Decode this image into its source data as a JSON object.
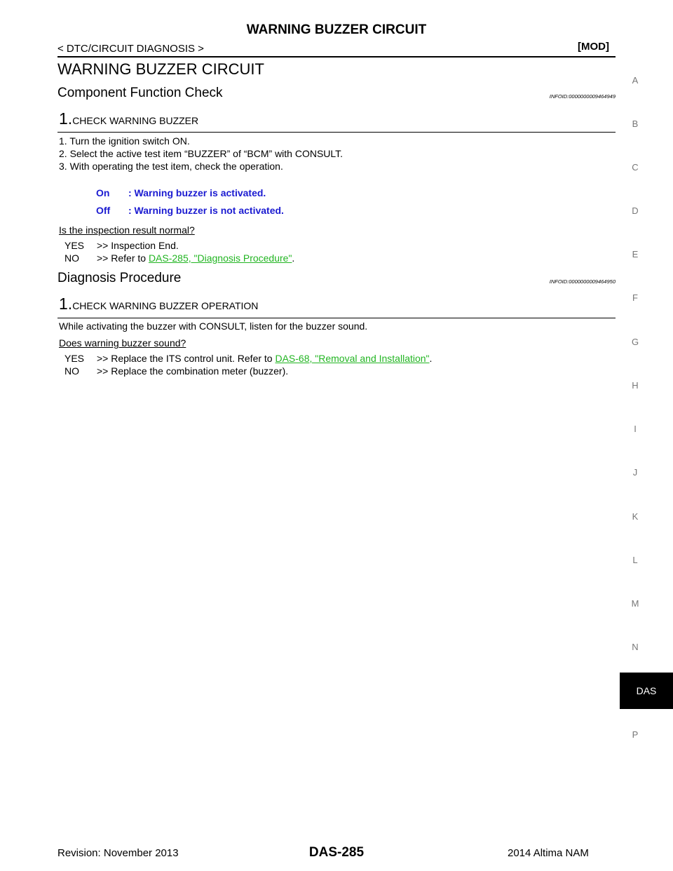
{
  "header": {
    "title": "WARNING BUZZER CIRCUIT",
    "section": "< DTC/CIRCUIT DIAGNOSIS >",
    "tag": "[MOD]"
  },
  "page_heading": "WARNING BUZZER CIRCUIT",
  "component_check": {
    "title": "Component Function Check",
    "infoid": "INFOID:0000000009464949",
    "step_num": "1.",
    "step_label": "CHECK WARNING BUZZER",
    "items": [
      "1. Turn the ignition switch ON.",
      "2. Select the active test item “BUZZER” of “BCM” with CONSULT.",
      "3. With operating the test item, check the operation."
    ],
    "defs": [
      {
        "key": "On",
        "value": ": Warning buzzer is activated."
      },
      {
        "key": "Off",
        "value": ": Warning buzzer is not activated."
      }
    ],
    "question": "Is the inspection result normal?",
    "yes_key": "YES",
    "yes_text": ">> Inspection End.",
    "no_key": "NO",
    "no_text": ">> Refer to ",
    "no_link": "DAS-285, \"Diagnosis Procedure\"",
    "no_end": "."
  },
  "diagnosis": {
    "title": "Diagnosis Procedure",
    "infoid": "INFOID:0000000009464950",
    "step_num": "1.",
    "step_label": "CHECK WARNING BUZZER OPERATION",
    "body": "While activating the buzzer with CONSULT, listen for the buzzer sound.",
    "question": "Does warning buzzer sound?",
    "yes_key": "YES",
    "yes_text": ">> Replace the ITS control unit. Refer to ",
    "yes_link": "DAS-68, \"Removal and Installation\"",
    "yes_end": ".",
    "no_key": "NO",
    "no_text": ">> Replace the combination meter (buzzer)."
  },
  "side_tabs": [
    "A",
    "B",
    "C",
    "D",
    "E",
    "F",
    "G",
    "H",
    "I",
    "J",
    "K",
    "L",
    "M",
    "N",
    "DAS",
    "P"
  ],
  "footer": {
    "revision": "Revision: November 2013",
    "page": "DAS-285",
    "model": "2014 Altima NAM"
  },
  "colors": {
    "definition_text": "#1b1bd1",
    "link": "#22b522",
    "active_tab": "#000000"
  }
}
